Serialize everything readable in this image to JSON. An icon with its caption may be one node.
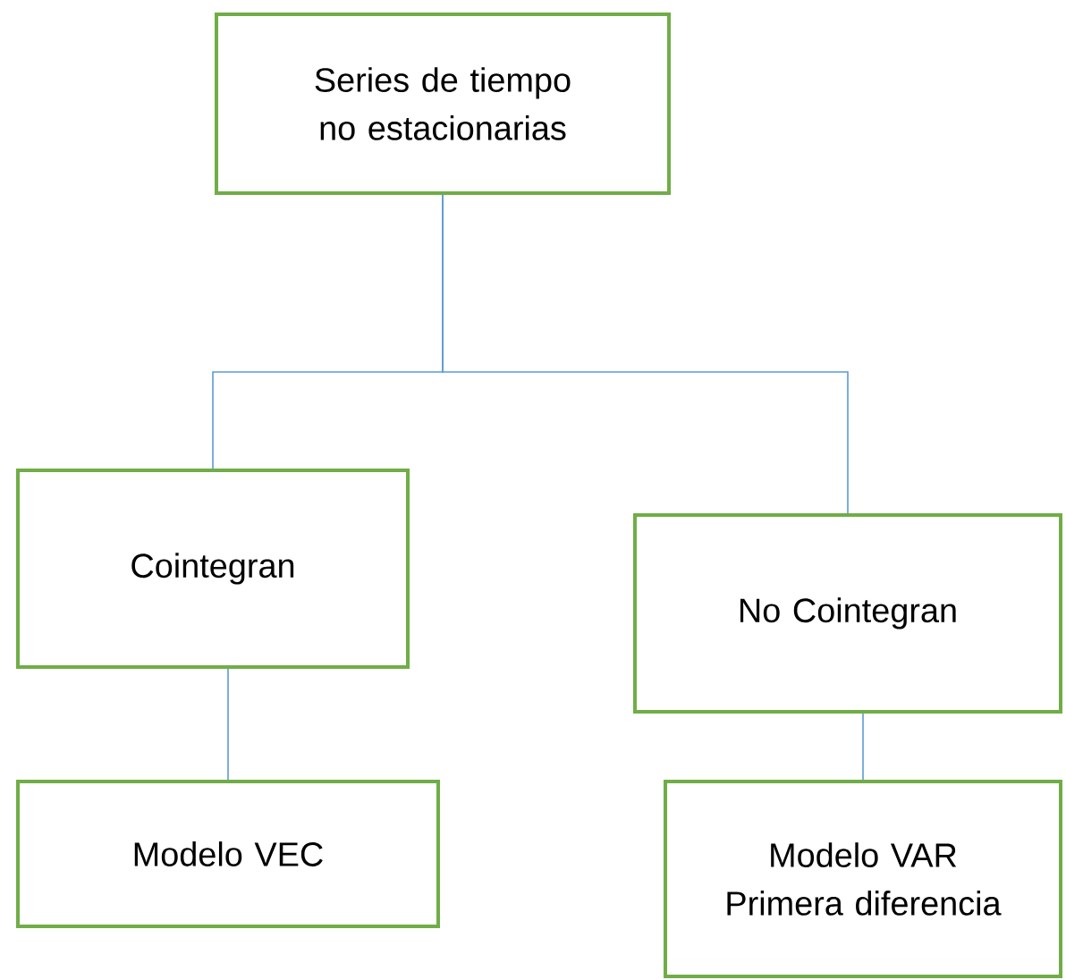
{
  "diagram": {
    "nodes": [
      {
        "text": [
          "Series de tiempo no estacionarias"
        ]
      },
      {
        "text": [
          "Cointegran"
        ]
      },
      {
        "text": [
          "No Cointegran"
        ]
      },
      {
        "text": [
          "Modelo VEC"
        ]
      },
      {
        "text": [
          "Modelo VAR",
          "Primera diferencia"
        ]
      }
    ],
    "edges": [
      {
        "from": 0,
        "to": 1,
        "arrow": "none"
      },
      {
        "from": 0,
        "to": 2,
        "arrow": "none"
      },
      {
        "from": 1,
        "to": 3,
        "arrow": "none"
      },
      {
        "from": 2,
        "to": 4,
        "arrow": "none"
      }
    ]
  }
}
